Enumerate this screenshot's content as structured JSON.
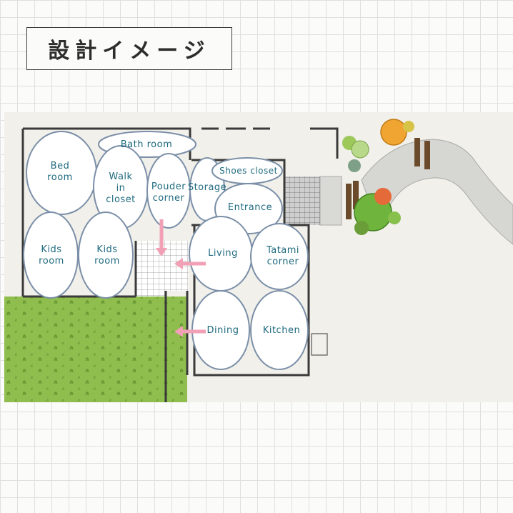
{
  "title": "設計イメージ",
  "colors": {
    "label_text": "#1e6a7f",
    "bubble_fill": "#ffffff",
    "bubble_stroke": "#7b8fa8",
    "wall": "#3a3a3a",
    "arrow": "#f2a0b5",
    "lawn": "#8fbe4e",
    "path": "#d6d6d2"
  },
  "rooms": [
    {
      "id": "bath-room",
      "label": "Bath room"
    },
    {
      "id": "bed-room",
      "label": "Bed\nroom"
    },
    {
      "id": "walk-in-closet",
      "label": "Walk\nin\ncloset"
    },
    {
      "id": "pouder-corner",
      "label": "Pouder\ncorner"
    },
    {
      "id": "storage",
      "label": "Storage"
    },
    {
      "id": "shoes-closet",
      "label": "Shoes closet"
    },
    {
      "id": "entrance",
      "label": "Entrance"
    },
    {
      "id": "kids-room-1",
      "label": "Kids\nroom"
    },
    {
      "id": "kids-room-2",
      "label": "Kids\nroom"
    },
    {
      "id": "living",
      "label": "Living"
    },
    {
      "id": "tatami-corner",
      "label": "Tatami\ncorner"
    },
    {
      "id": "dining",
      "label": "Dining"
    },
    {
      "id": "kitchen",
      "label": "Kitchen"
    }
  ]
}
